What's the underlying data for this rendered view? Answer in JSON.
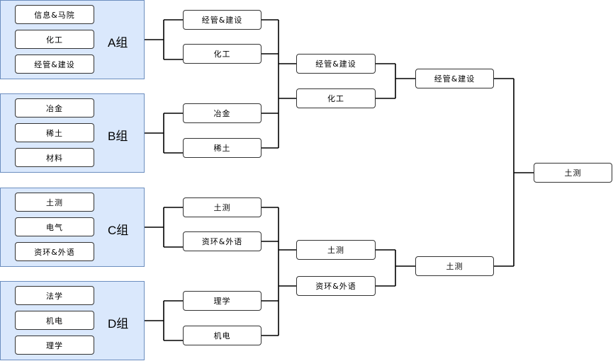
{
  "groups": [
    {
      "label": "A组",
      "teams": [
        "信息&马院",
        "化工",
        "经管&建设"
      ]
    },
    {
      "label": "B组",
      "teams": [
        "冶金",
        "稀土",
        "材料"
      ]
    },
    {
      "label": "C组",
      "teams": [
        "土测",
        "电气",
        "资环&外语"
      ]
    },
    {
      "label": "D组",
      "teams": [
        "法学",
        "机电",
        "理学"
      ]
    }
  ],
  "round1": [
    "经管&建设",
    "化工",
    "冶金",
    "稀土",
    "土测",
    "资环&外语",
    "理学",
    "机电"
  ],
  "semifinal": [
    "经管&建设",
    "化工",
    "土测",
    "资环&外语"
  ],
  "final": [
    "经管&建设",
    "土测"
  ],
  "champion": "土测"
}
